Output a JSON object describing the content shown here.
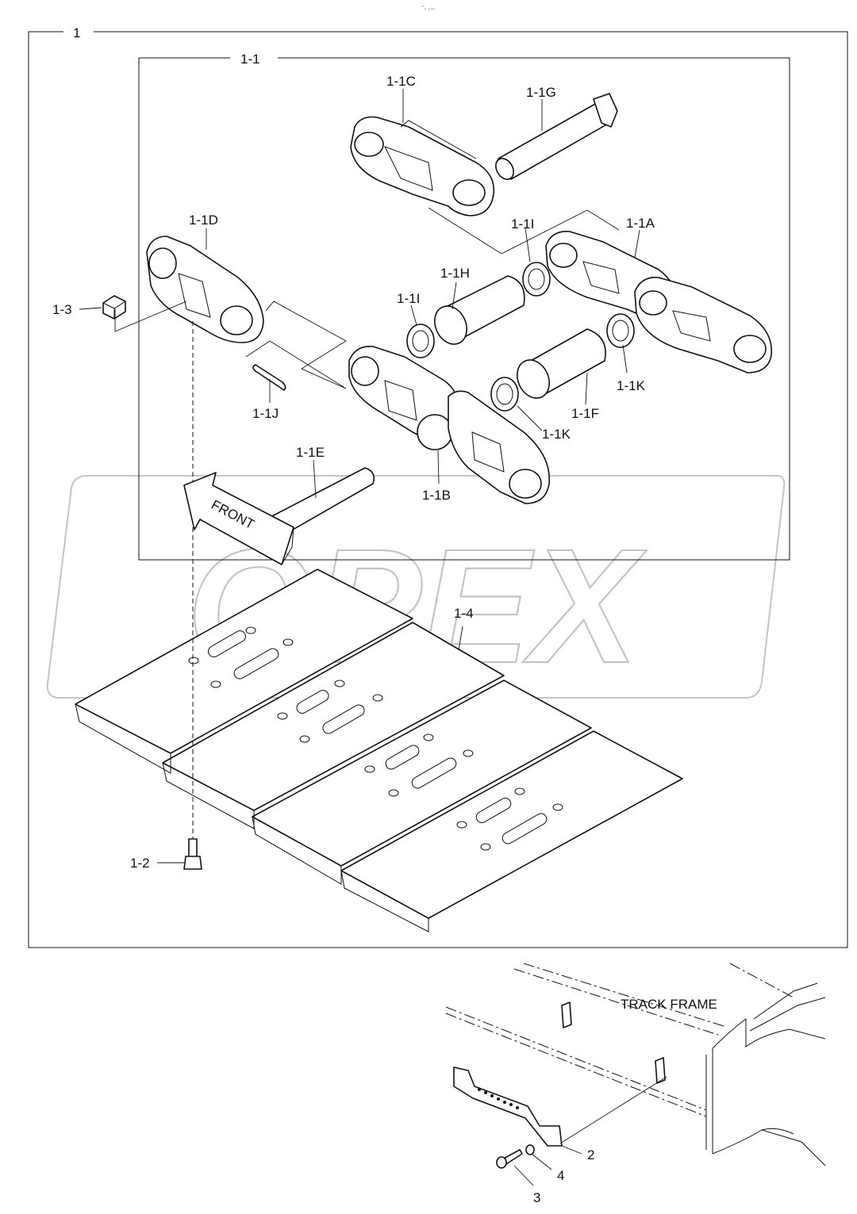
{
  "header_mark": "\"₀ ₀₀₀",
  "watermark": "OPEX",
  "groups": {
    "outer": "1",
    "inner": "1-1"
  },
  "callouts": {
    "c_1_1C": "1-1C",
    "c_1_1G": "1-1G",
    "c_1_1D": "1-1D",
    "c_1_1I_top": "1-1I",
    "c_1_1A": "1-1A",
    "c_1_1H": "1-1H",
    "c_1_3": "1-3",
    "c_1_1I_left": "1-1I",
    "c_1_1K_right": "1-1K",
    "c_1_1J": "1-1J",
    "c_1_1F": "1-1F",
    "c_1_1K_mid": "1-1K",
    "c_1_1E": "1-1E",
    "c_1_1B": "1-1B",
    "c_1_4": "1-4",
    "c_1_2": "1-2",
    "c_2": "2",
    "c_3": "3",
    "c_4": "4"
  },
  "track_frame_label": "TRACK FRAME",
  "front_label": "FRONT"
}
